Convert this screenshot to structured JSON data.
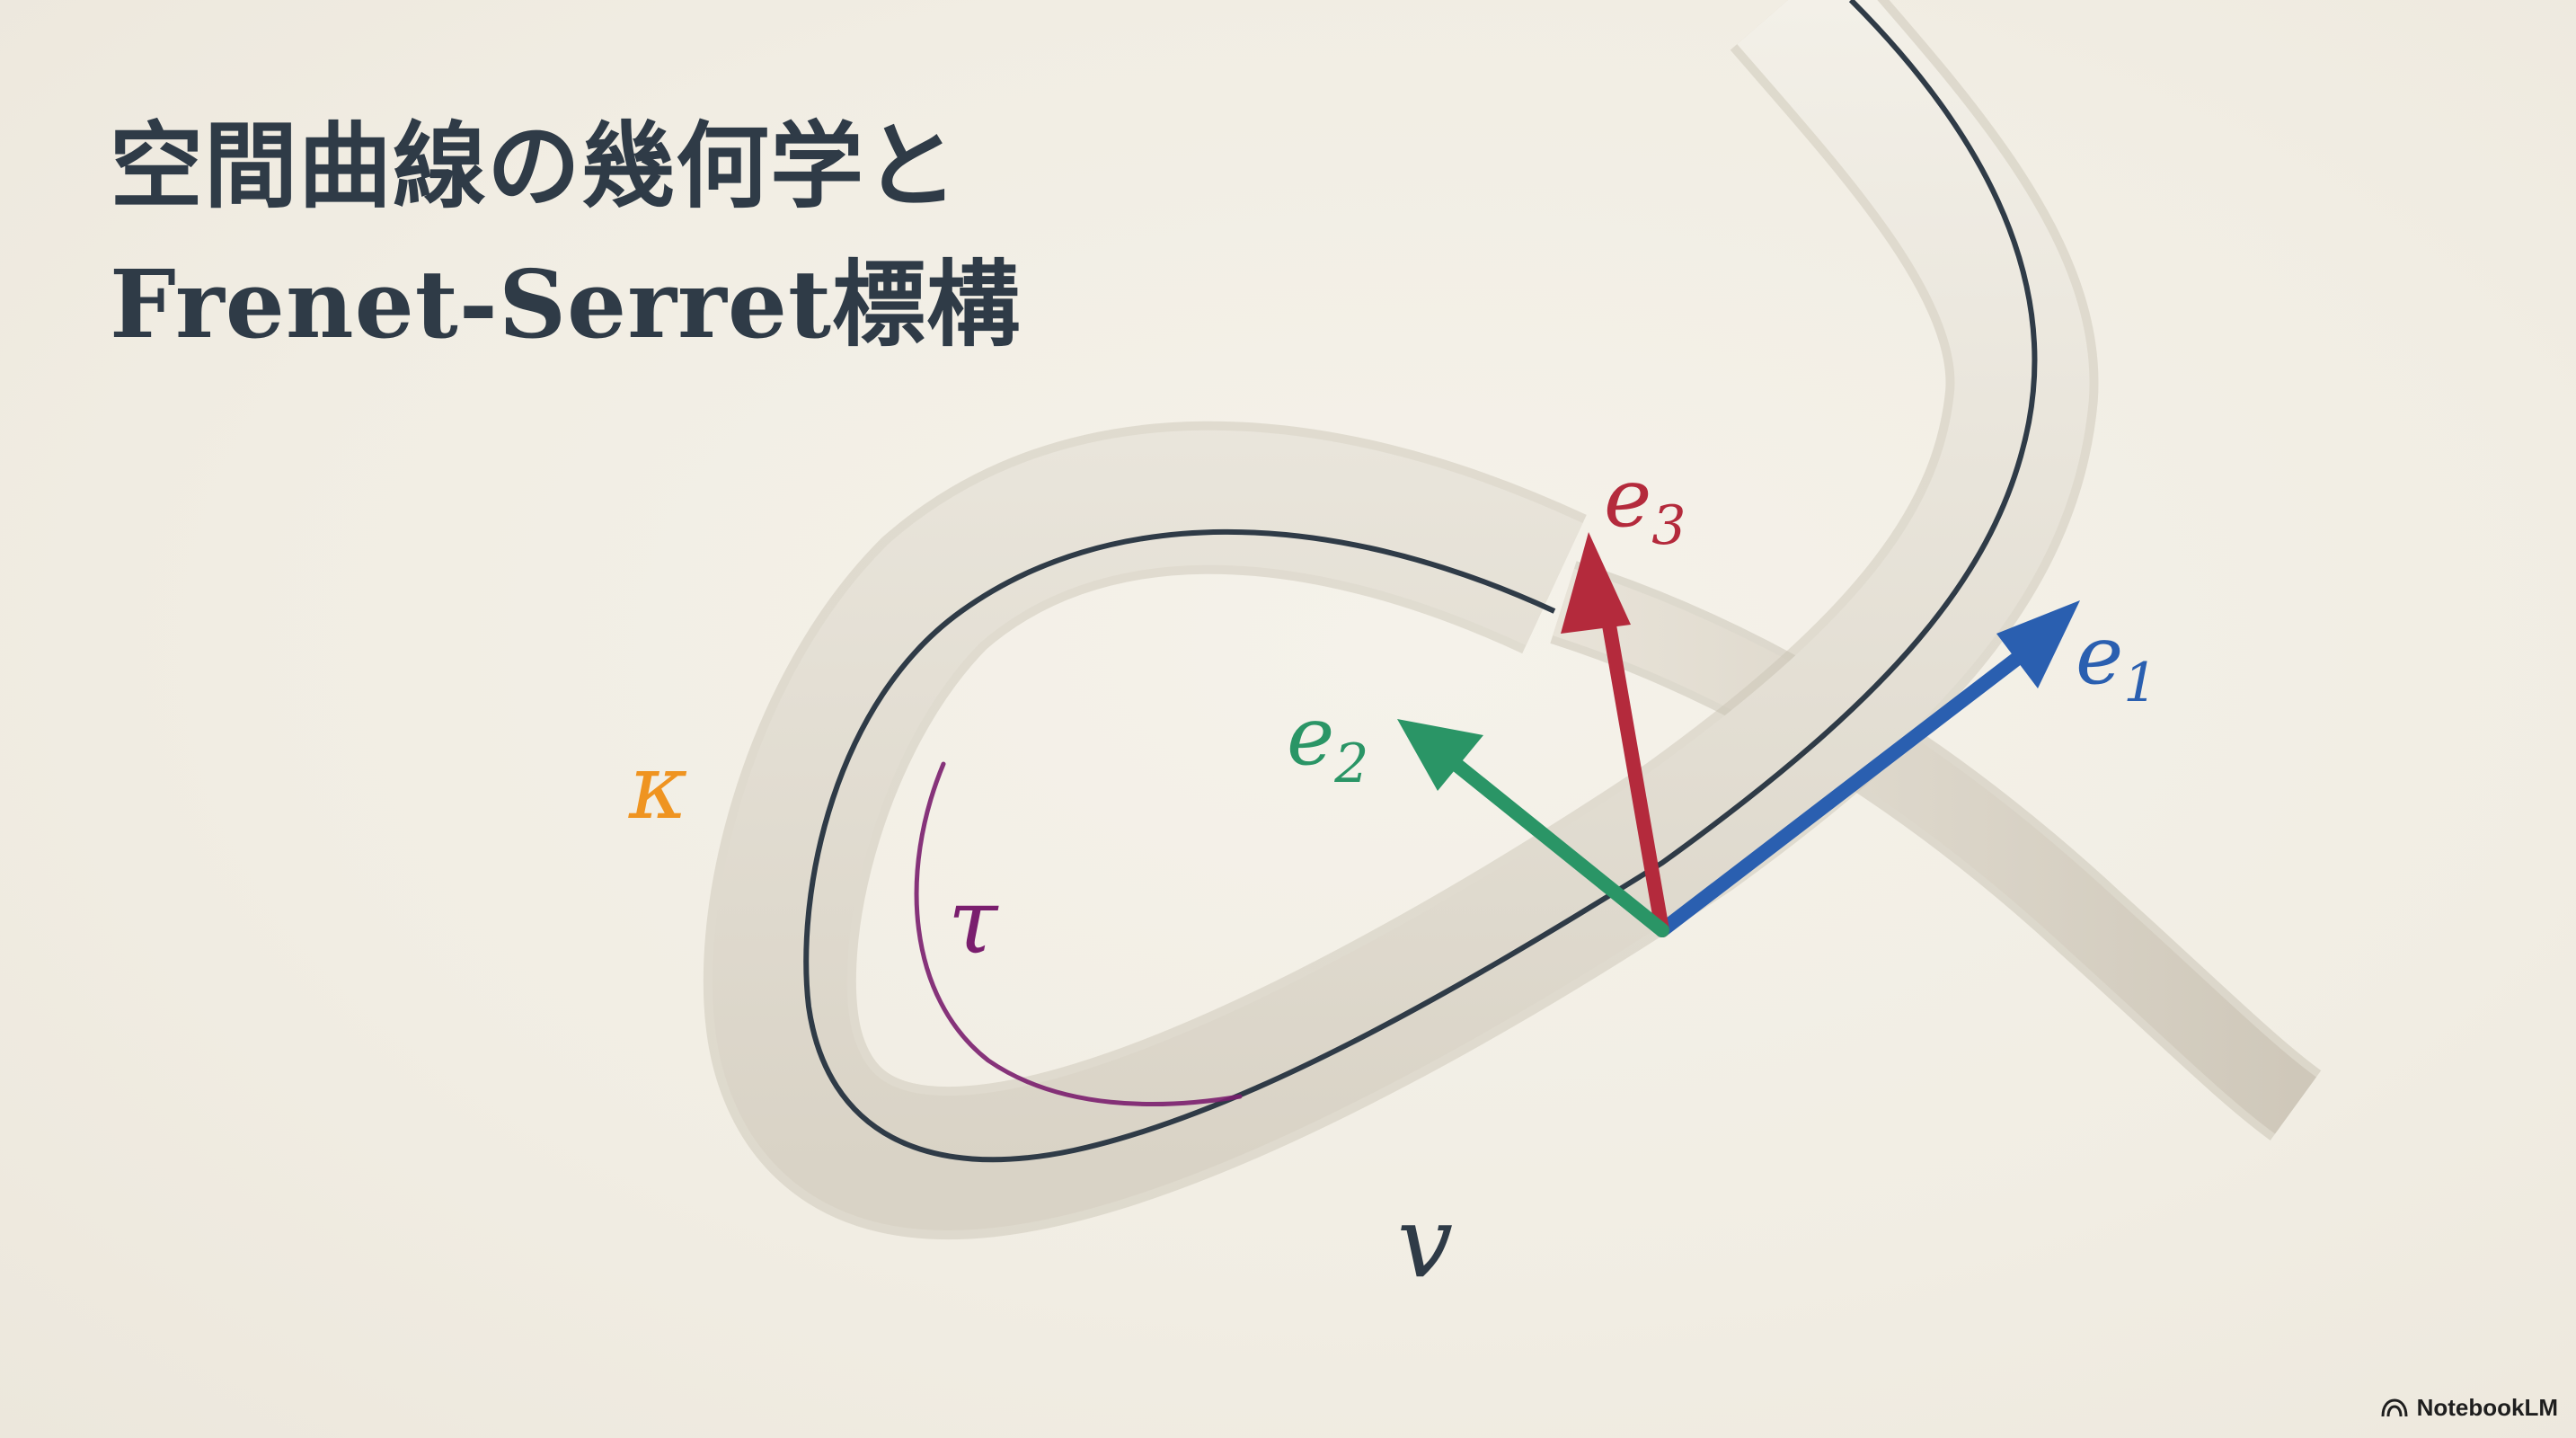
{
  "title": {
    "line1": "空間曲線の幾何学と",
    "line2": "Frenet-Serret標構"
  },
  "labels": {
    "kappa": "κ",
    "tau": "τ",
    "v": "v",
    "e1_base": "e",
    "e1_sub": "1",
    "e2_base": "e",
    "e2_sub": "2",
    "e3_base": "e",
    "e3_sub": "3"
  },
  "colors": {
    "e1": "#2a5fb0",
    "e2": "#2a9566",
    "e3": "#b42a3c",
    "kappa": "#ef9421",
    "tau": "#7a1e6e",
    "curve": "#2f3b47"
  },
  "brand": {
    "name": "NotebookLM",
    "icon": "notebooklm-logo-icon"
  }
}
